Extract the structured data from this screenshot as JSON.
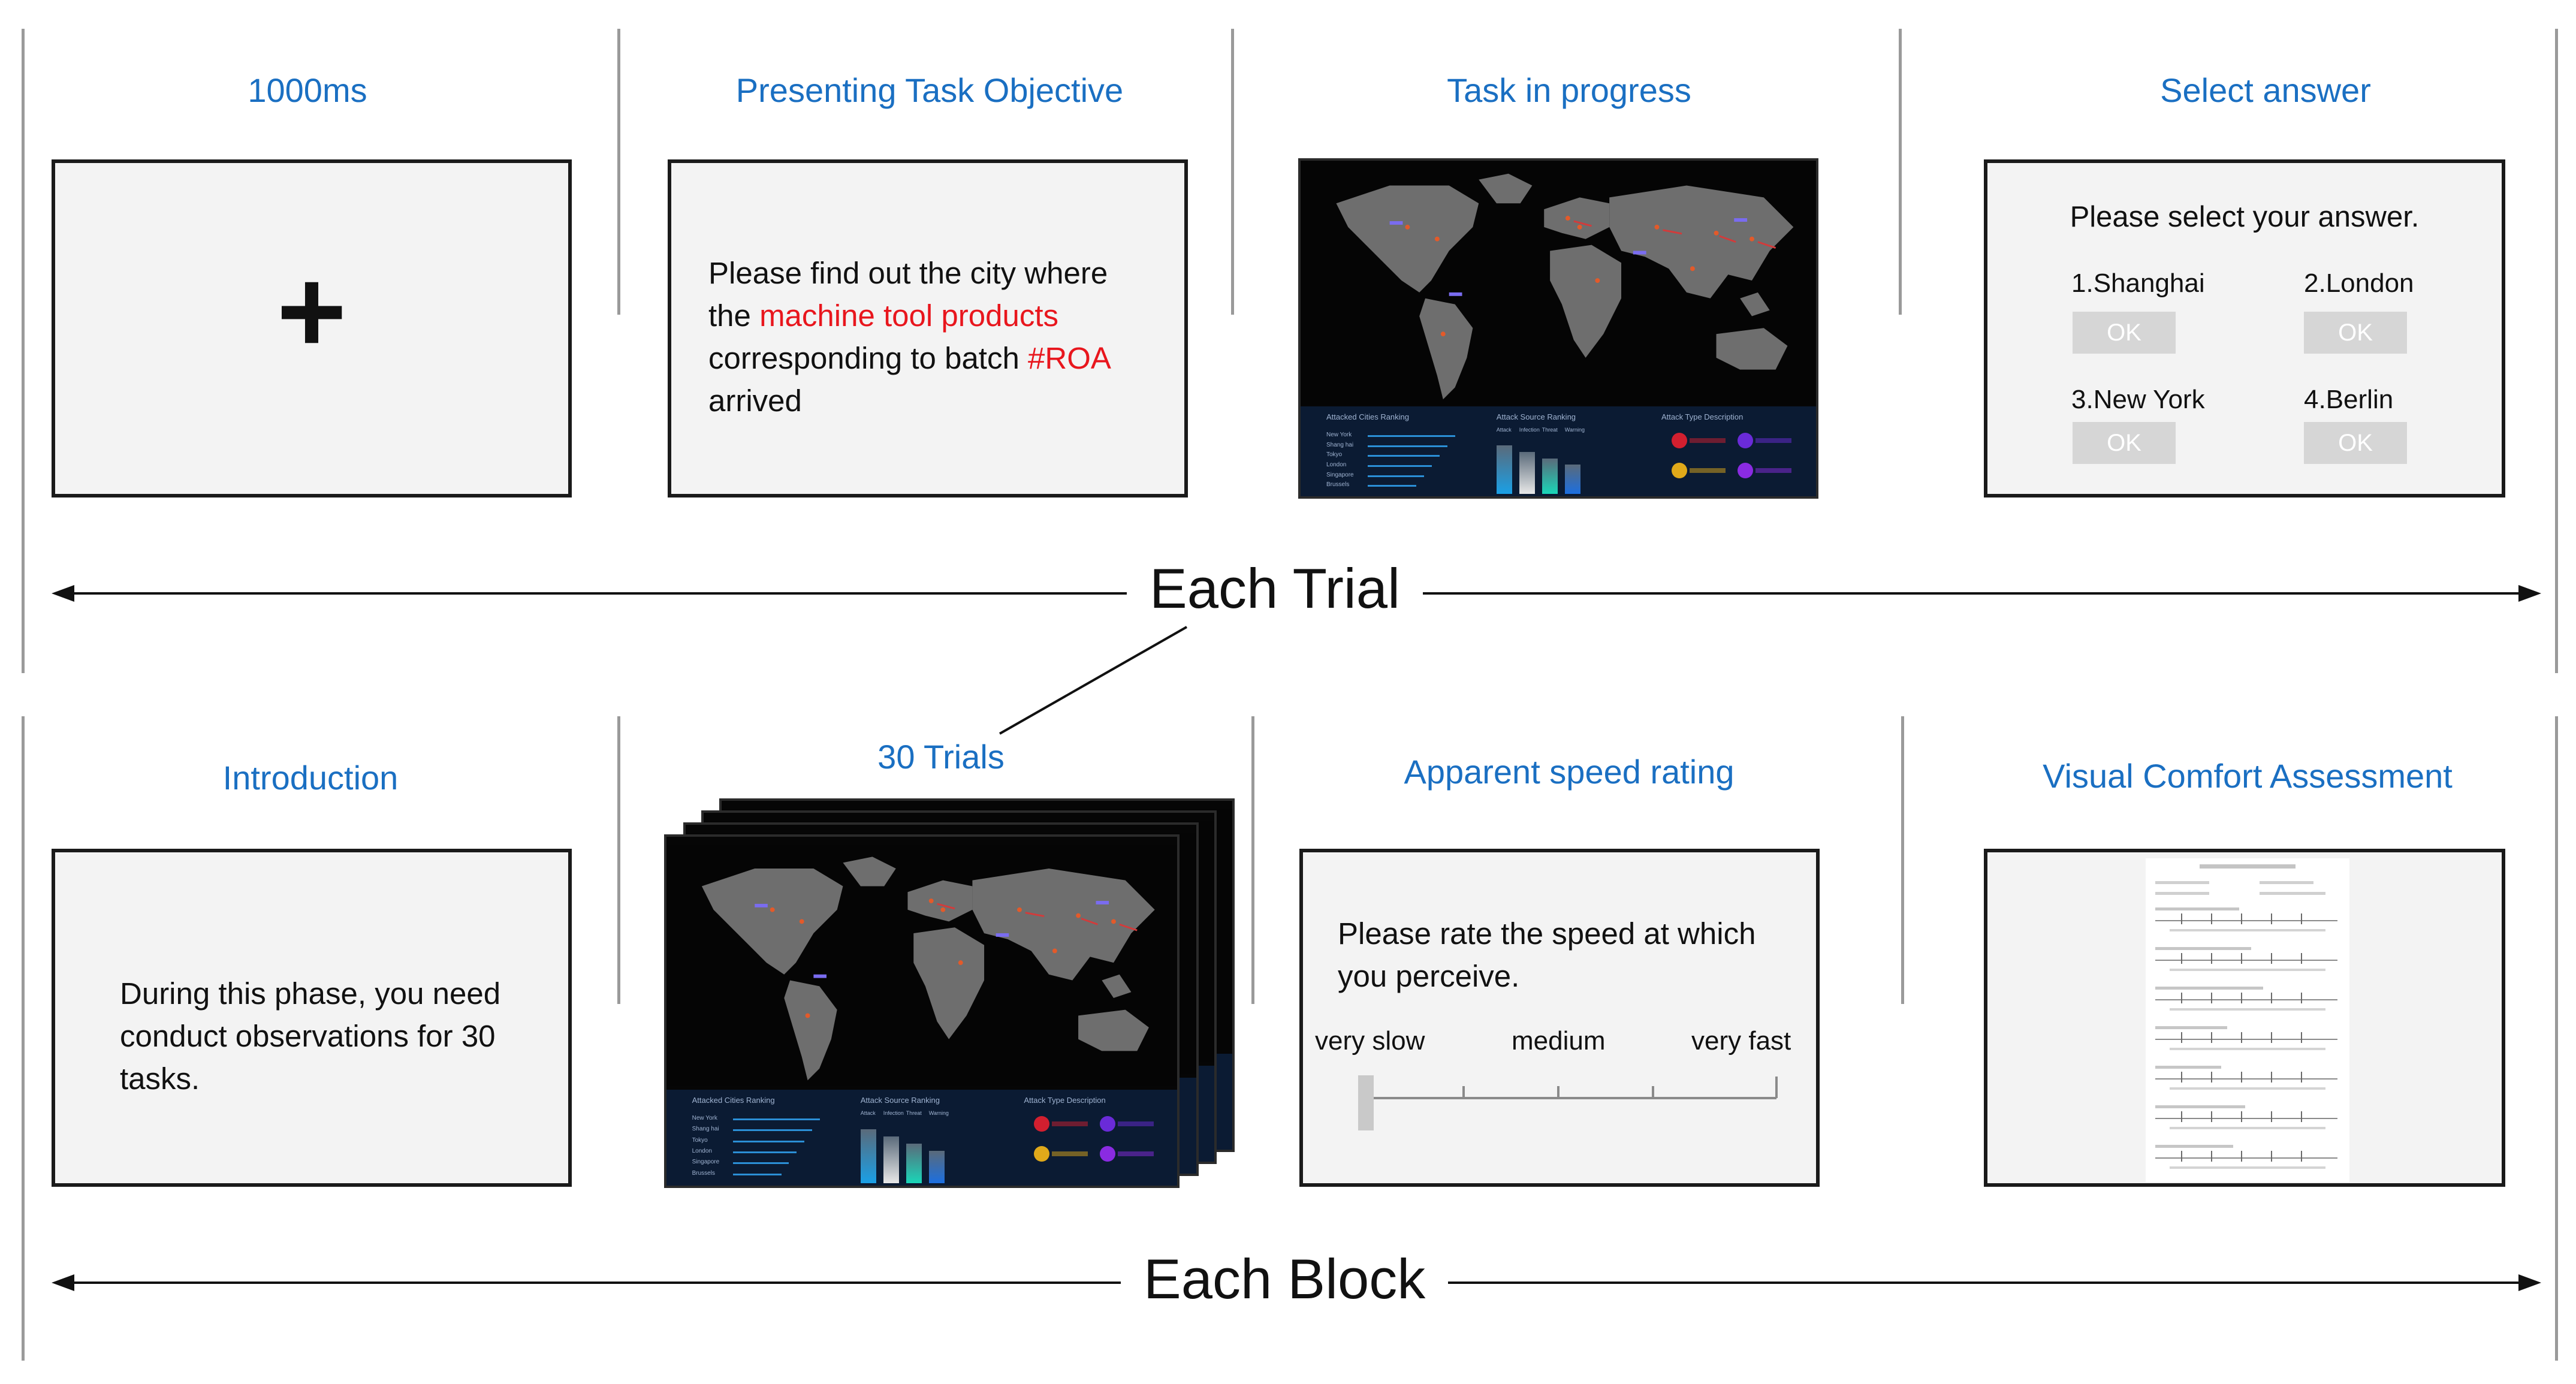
{
  "trial_row": {
    "fixation": {
      "title": "1000ms",
      "symbol": "+"
    },
    "objective": {
      "title": "Presenting Task Objective",
      "line1": "Please find out the city where",
      "line2_pre": "the ",
      "line2_red": "machine tool products",
      "line3_pre": "corresponding to batch ",
      "line3_red": "#ROA",
      "line4": "arrived"
    },
    "progress": {
      "title": "Task in progress"
    },
    "answer": {
      "title": "Select answer",
      "prompt": "Please select your answer.",
      "options": [
        {
          "label": "1.Shanghai",
          "button": "OK"
        },
        {
          "label": "2.London",
          "button": "OK"
        },
        {
          "label": "3.New York",
          "button": "OK"
        },
        {
          "label": "4.Berlin",
          "button": "OK"
        }
      ]
    },
    "span_label": "Each Trial"
  },
  "block_row": {
    "introduction": {
      "title": "Introduction",
      "line1": "During this phase, you need",
      "line2": "conduct observations for 30",
      "line3": "tasks."
    },
    "trials": {
      "title": "30 Trials"
    },
    "speed": {
      "title": "Apparent speed rating",
      "line1": "Please rate the speed at which",
      "line2": "you perceive.",
      "scale": [
        "very slow",
        "medium",
        "very fast"
      ]
    },
    "comfort": {
      "title": "Visual Comfort Assessment"
    },
    "span_label": "Each Block"
  },
  "map_dashboard": {
    "section1": "Attacked Cities Ranking",
    "section2": "Attack Source Ranking",
    "section3": "Attack Type Description",
    "cities": [
      "New York",
      "Shang hai",
      "Tokyo",
      "London",
      "Singapore",
      "Brussels"
    ],
    "source_cols": [
      "Attack",
      "Infection",
      "Threat",
      "Warning"
    ]
  },
  "colors": {
    "title_blue": "#1a6fc2",
    "highlight_red": "#e8161d",
    "panel_bg": "#f3f3f3",
    "map_land": "#6e6e6e",
    "dash_bg": "#0b1b33"
  }
}
